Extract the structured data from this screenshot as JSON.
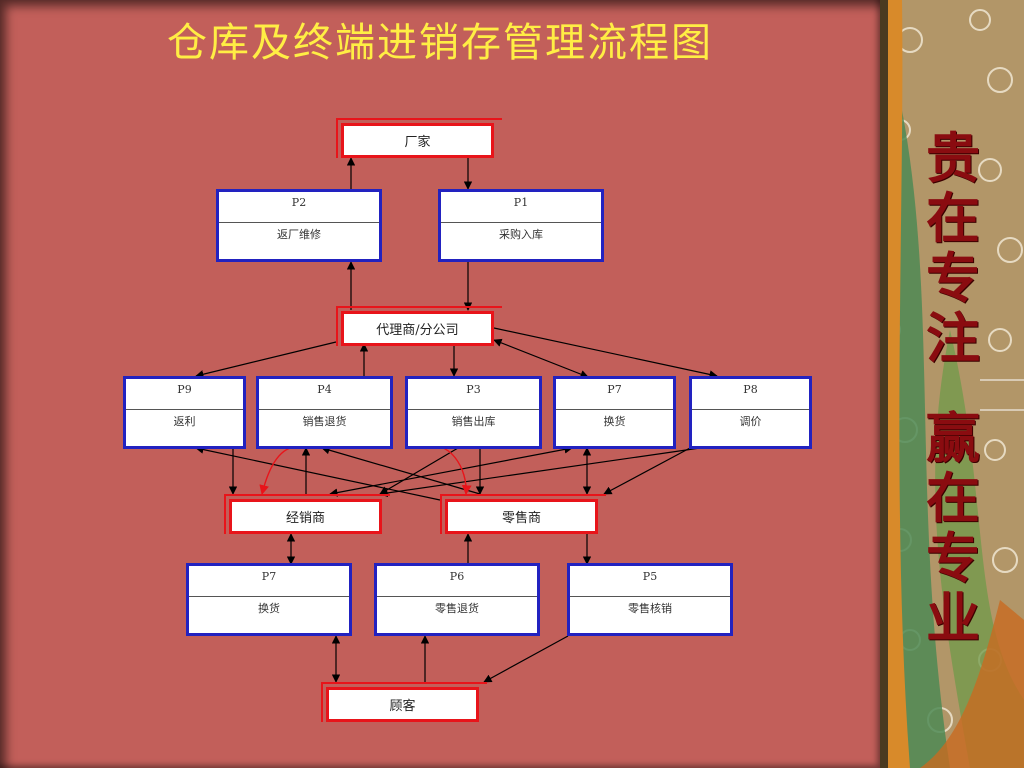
{
  "title": "仓库及终端进销存管理流程图",
  "slogan": [
    "贵",
    "在",
    "专",
    "注",
    "赢",
    "在",
    "专",
    "业"
  ],
  "colors": {
    "background": "#c25f5a",
    "title": "#ffee44",
    "entity_border": "#e8141a",
    "process_border": "#2222c0",
    "slogan": "#8a0c10"
  },
  "entities": {
    "manufacturer": "厂家",
    "agent": "代理商/分公司",
    "distributor": "经销商",
    "retailer": "零售商",
    "customer": "顾客"
  },
  "processes": {
    "p2": {
      "id": "P2",
      "name": "返厂维修"
    },
    "p1": {
      "id": "P1",
      "name": "采购入库"
    },
    "p9": {
      "id": "P9",
      "name": "返利"
    },
    "p4": {
      "id": "P4",
      "name": "销售退货"
    },
    "p3": {
      "id": "P3",
      "name": "销售出库"
    },
    "p7a": {
      "id": "P7",
      "name": "换货"
    },
    "p8": {
      "id": "P8",
      "name": "调价"
    },
    "p7b": {
      "id": "P7",
      "name": "换货"
    },
    "p6": {
      "id": "P6",
      "name": "零售退货"
    },
    "p5": {
      "id": "P5",
      "name": "零售核销"
    }
  }
}
